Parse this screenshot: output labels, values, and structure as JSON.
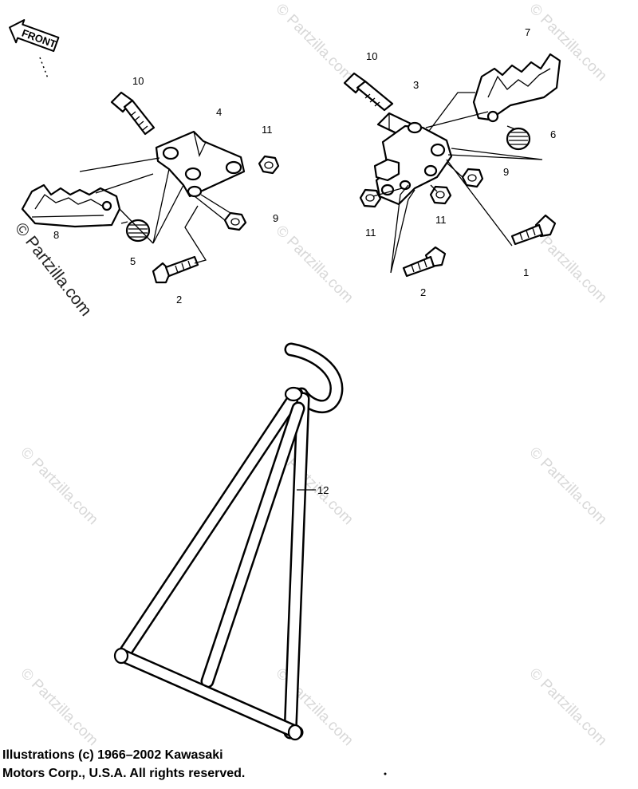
{
  "watermark": {
    "text": "© Partzilla.com"
  },
  "front_indicator": {
    "label": "FRONT"
  },
  "callouts": [
    {
      "id": "c1",
      "label": "1"
    },
    {
      "id": "c2a",
      "label": "2"
    },
    {
      "id": "c2b",
      "label": "2"
    },
    {
      "id": "c3",
      "label": "3"
    },
    {
      "id": "c4",
      "label": "4"
    },
    {
      "id": "c5",
      "label": "5"
    },
    {
      "id": "c6",
      "label": "6"
    },
    {
      "id": "c7",
      "label": "7"
    },
    {
      "id": "c8",
      "label": "8"
    },
    {
      "id": "c9a",
      "label": "9"
    },
    {
      "id": "c9b",
      "label": "9"
    },
    {
      "id": "c10a",
      "label": "10"
    },
    {
      "id": "c10b",
      "label": "10"
    },
    {
      "id": "c11a",
      "label": "11"
    },
    {
      "id": "c11b",
      "label": "11"
    },
    {
      "id": "c11c",
      "label": "11"
    },
    {
      "id": "c12",
      "label": "12"
    }
  ],
  "copyright": {
    "line1": "Illustrations (c) 1966–2002 Kawasaki",
    "line2": "Motors Corp., U.S.A.  All rights reserved."
  }
}
